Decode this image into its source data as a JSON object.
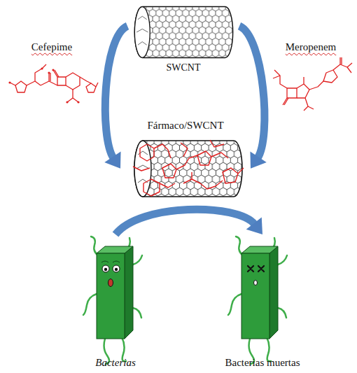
{
  "diagram": {
    "nodes": [
      {
        "text": [
          "SWCNT"
        ]
      },
      {
        "text": [
          "Cefepime"
        ]
      },
      {
        "text": [
          "Meropenem"
        ]
      },
      {
        "text": [
          "Fármaco/SWCNT"
        ]
      },
      {
        "text": [
          "Bacterias"
        ]
      },
      {
        "text": [
          "Bacterias muertas"
        ]
      }
    ],
    "edges": [
      {
        "from": 0,
        "to": 3,
        "arrow": "to"
      },
      {
        "from": 0,
        "to": 3,
        "arrow": "to"
      },
      {
        "from": 4,
        "to": 5,
        "arrow": "to"
      }
    ]
  }
}
